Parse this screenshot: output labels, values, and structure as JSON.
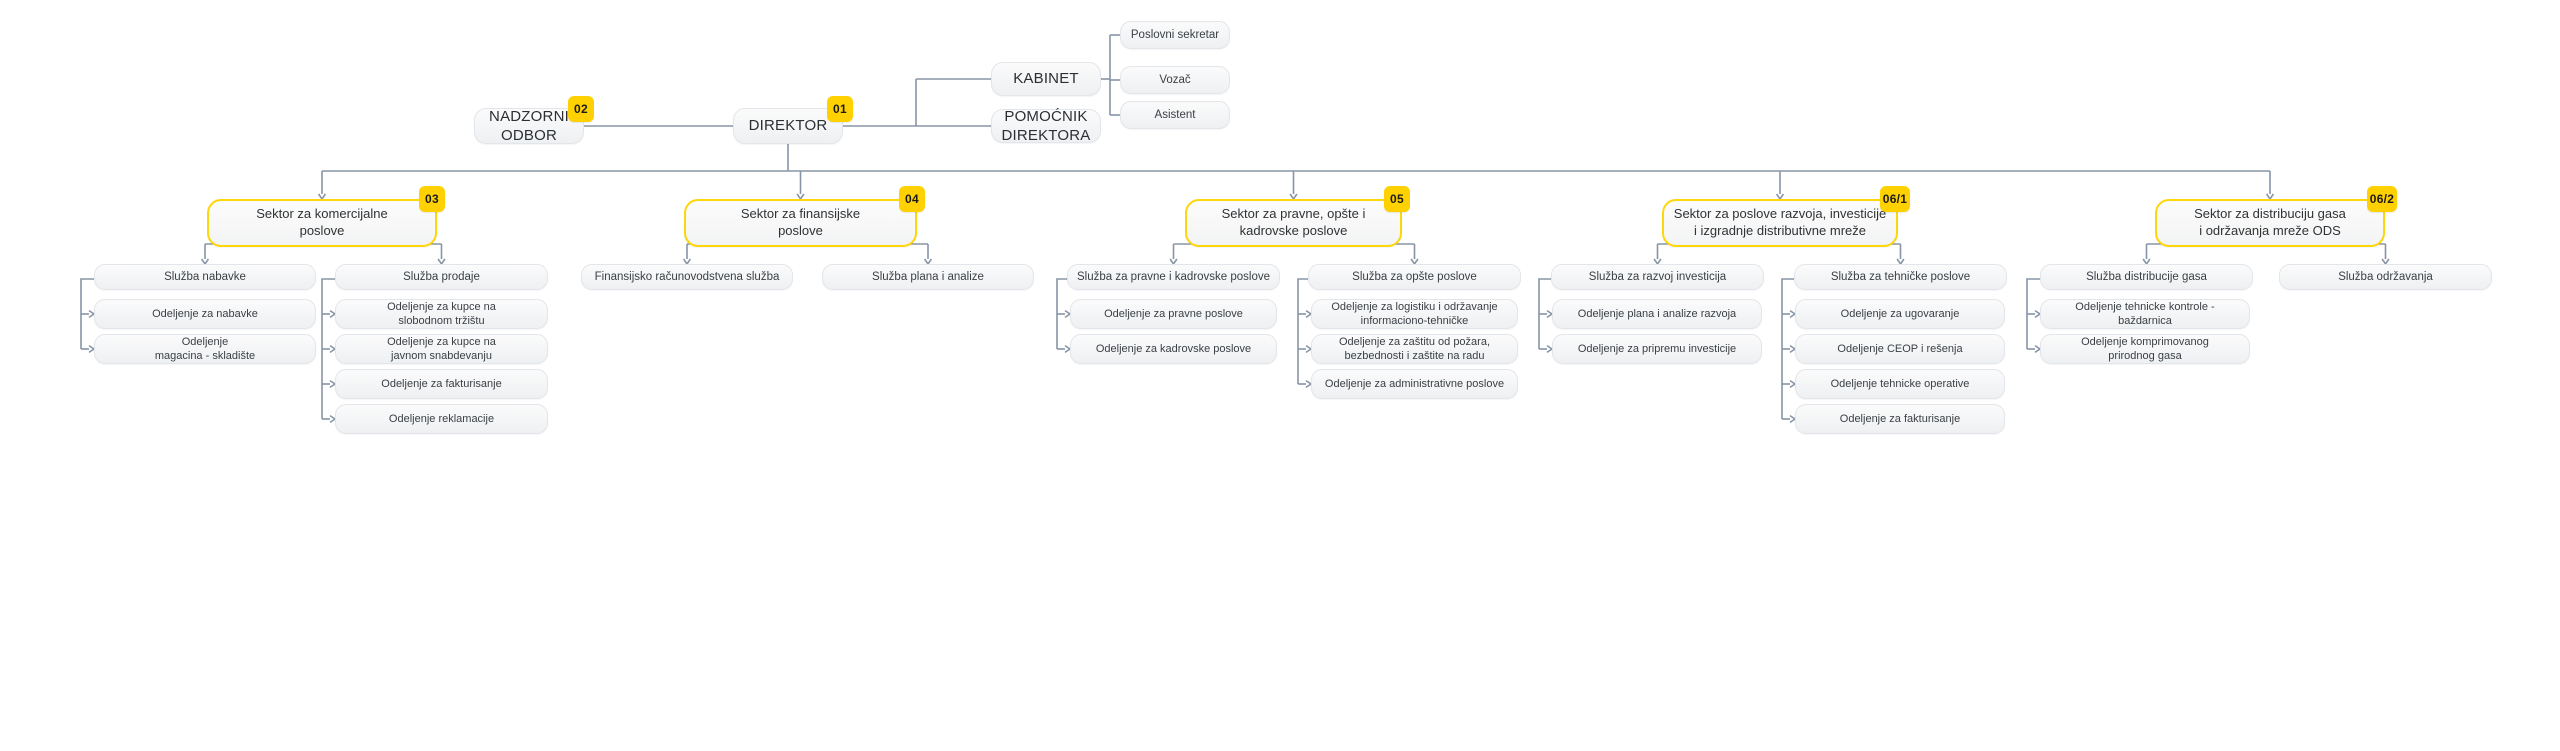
{
  "chart_type": "org-chart",
  "colors": {
    "badge_bg": "#ffd100",
    "badge_text": "#1b1b1b",
    "sector_border": "#ffd60a",
    "node_border": "#e2e5e9",
    "connector": "#8795a6",
    "background": "#ffffff",
    "text": "#2f3336"
  },
  "top": {
    "board": {
      "label": "NADZORNI ODBOR",
      "badge": "02"
    },
    "director": {
      "label": "DIREKTOR",
      "badge": "01"
    },
    "kabinet": {
      "label": "KABINET"
    },
    "assistant": {
      "label": "POMOĆNIK DIREKTORA"
    },
    "kabinet_children": [
      {
        "label": "Poslovni sekretar"
      },
      {
        "label": "Vozač"
      },
      {
        "label": "Asistent"
      }
    ]
  },
  "sectors": [
    {
      "label": "Sektor za komercijalne\nposlove",
      "badge": "03",
      "services": [
        {
          "label": "Služba nabavke",
          "departments": [
            {
              "label": "Odeljenje za nabavke"
            },
            {
              "label": "Odeljenje\nmagacina - skladište"
            }
          ]
        },
        {
          "label": "Služba prodaje",
          "departments": [
            {
              "label": "Odeljenje za kupce na\nslobodnom tržištu"
            },
            {
              "label": "Odeljenje za kupce na\njavnom snabdevanju"
            },
            {
              "label": "Odeljenje za fakturisanje"
            },
            {
              "label": "Odeljenje reklamacije"
            }
          ]
        }
      ]
    },
    {
      "label": "Sektor za finansijske\nposlove",
      "badge": "04",
      "services": [
        {
          "label": "Finansijsko računovodstvena služba",
          "departments": []
        },
        {
          "label": "Služba plana i analize",
          "departments": []
        }
      ]
    },
    {
      "label": "Sektor za pravne, opšte i\nkadrovske poslove",
      "badge": "05",
      "services": [
        {
          "label": "Služba za pravne i kadrovske poslove",
          "departments": [
            {
              "label": "Odeljenje za pravne poslove"
            },
            {
              "label": "Odeljenje za kadrovske poslove"
            }
          ]
        },
        {
          "label": "Služba za opšte poslove",
          "departments": [
            {
              "label": "Odeljenje za logistiku i održavanje\ninformaciono-tehničke"
            },
            {
              "label": "Odeljenje za zaštitu od požara,\nbezbednosti i zaštite na radu"
            },
            {
              "label": "Odeljenje za administrativne poslove"
            }
          ]
        }
      ]
    },
    {
      "label": "Sektor za poslove razvoja, investicije\ni izgradnje distributivne mreže",
      "badge": "06/1",
      "services": [
        {
          "label": "Služba za razvoj investicija",
          "departments": [
            {
              "label": "Odeljenje plana i analize razvoja"
            },
            {
              "label": "Odeljenje za pripremu investicije"
            }
          ]
        },
        {
          "label": "Služba za tehničke poslove",
          "departments": [
            {
              "label": "Odeljenje za ugovaranje"
            },
            {
              "label": "Odeljenje CEOP i rešenja"
            },
            {
              "label": "Odeljenje tehnicke operative"
            },
            {
              "label": "Odeljenje za fakturisanje"
            }
          ]
        }
      ]
    },
    {
      "label": "Sektor za distribuciju gasa\ni održavanja mreže ODS",
      "badge": "06/2",
      "services": [
        {
          "label": "Služba distribucije gasa",
          "departments": [
            {
              "label": "Odeljenje tehnicke kontrole - baždarnica"
            },
            {
              "label": "Odeljenje komprimovanog\nprirodnog gasa"
            }
          ]
        },
        {
          "label": "Služba održavanja",
          "departments": []
        }
      ]
    }
  ]
}
